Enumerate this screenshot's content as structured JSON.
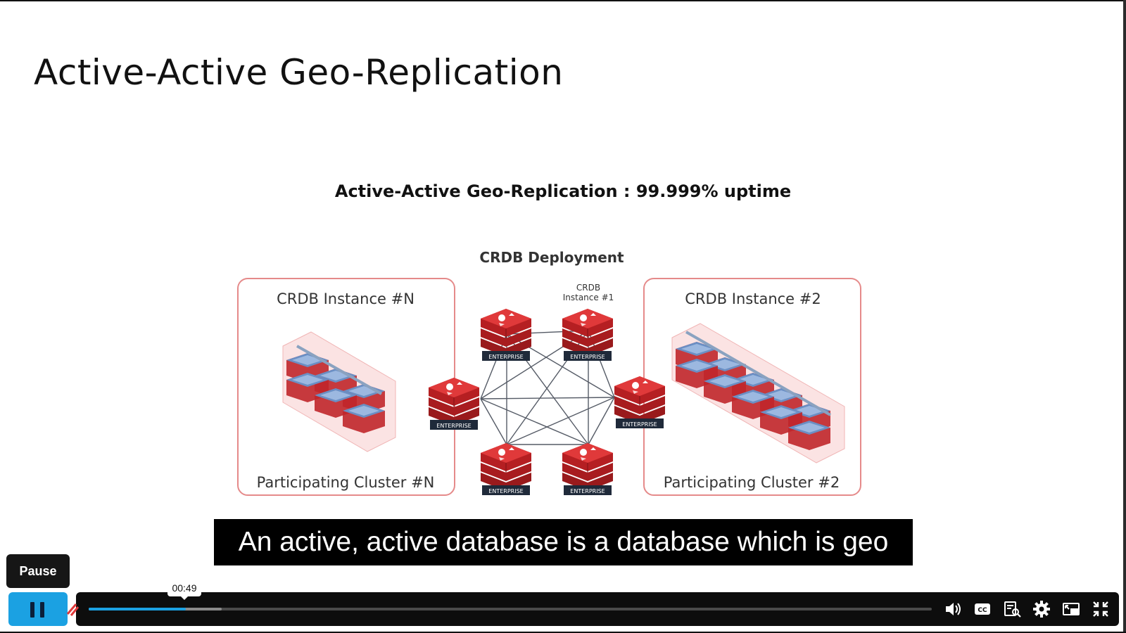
{
  "slide": {
    "title": "Active-Active Geo-Replication",
    "diagram_heading": "Active-Active Geo-Replication : 99.999% uptime"
  },
  "diagram": {
    "title": "CRDB Deployment",
    "left_box": {
      "title": "CRDB Instance #N",
      "footer": "Participating Cluster #N"
    },
    "right_box": {
      "title": "CRDB Instance #2",
      "footer": "Participating Cluster #2"
    },
    "center_label_line1": "CRDB",
    "center_label_line2": "Instance #1",
    "node_badge": "ENTERPRISE",
    "brand_red": "#d52b2b",
    "box_border": "#e58a8a",
    "link_color": "#555b66"
  },
  "caption": {
    "text": "An active, active database is a database which is geo"
  },
  "player": {
    "pause_tooltip": "Pause",
    "time_tooltip": "00:49",
    "progress_fraction": 0.115,
    "buffered_fraction": 0.158,
    "accent": "#1ba1e2",
    "icons": [
      "pause-icon",
      "volume-icon",
      "closed-captions-icon",
      "transcript-icon",
      "settings-icon",
      "picture-in-picture-icon",
      "exit-fullscreen-icon"
    ]
  }
}
